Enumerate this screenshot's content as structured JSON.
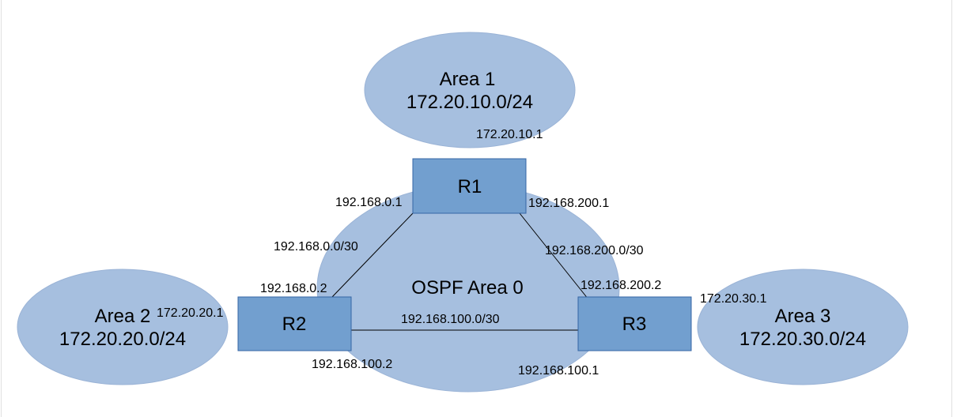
{
  "colors": {
    "area_fill": "#a6bfdf",
    "area_stroke": "#9ab3d6",
    "router_fill": "#729fcf",
    "router_stroke": "#3465a4",
    "link": "#000000"
  },
  "areas": {
    "area0": {
      "label": "OSPF Area 0"
    },
    "area1": {
      "label": "Area 1",
      "subnet": "172.20.10.0/24"
    },
    "area2": {
      "label": "Area 2",
      "subnet": "172.20.20.0/24"
    },
    "area3": {
      "label": "Area 3",
      "subnet": "172.20.30.0/24"
    }
  },
  "routers": {
    "r1": {
      "label": "R1"
    },
    "r2": {
      "label": "R2"
    },
    "r3": {
      "label": "R3"
    }
  },
  "links": {
    "r1_r2": {
      "subnet": "192.168.0.0/30",
      "r1_ip": "192.168.0.1",
      "r2_ip": "192.168.0.2"
    },
    "r1_r3": {
      "subnet": "192.168.200.0/30",
      "r1_ip": "192.168.200.1",
      "r3_ip": "192.168.200.2"
    },
    "r2_r3": {
      "subnet": "192.168.100.0/30",
      "r2_ip": "192.168.100.2",
      "r3_ip": "192.168.100.1"
    }
  },
  "area_interfaces": {
    "r1_area1": "172.20.10.1",
    "r2_area2": "172.20.20.1",
    "r3_area3": "172.20.30.1"
  }
}
